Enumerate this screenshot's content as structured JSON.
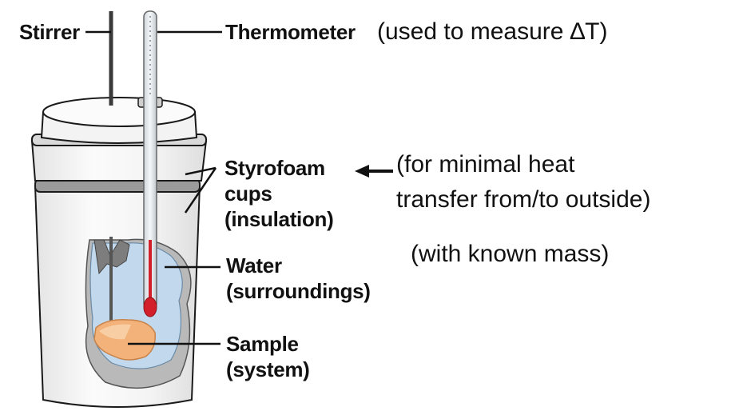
{
  "labels": {
    "stirrer": "Stirrer",
    "thermometer": "Thermometer",
    "styrofoam_line1": "Styrofoam",
    "styrofoam_line2": "cups",
    "styrofoam_line3": "(insulation)",
    "water_line1": "Water",
    "water_line2": "(surroundings)",
    "sample_line1": "Sample",
    "sample_line2": "(system)"
  },
  "annotations": {
    "thermometer_note": "(used to measure ∆T)",
    "insulation_note_line1": "(for minimal heat",
    "insulation_note_line2": "transfer from/to outside)",
    "water_note": "(with known mass)"
  },
  "colors": {
    "cup_fill": "#f7f7f7",
    "outline": "#1a1a1a",
    "water": "#c2d8ec",
    "cavity_gray": "#b9b9b9",
    "sample": "#f2b27a",
    "thermometer_red": "#d21f2a"
  }
}
